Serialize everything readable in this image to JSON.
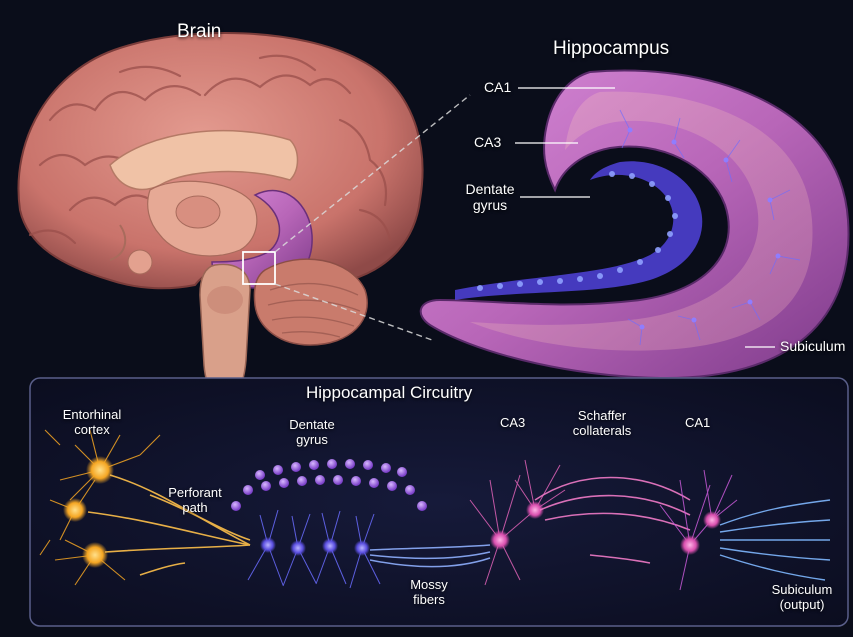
{
  "top": {
    "brain_label": "Brain",
    "hippocampus_label": "Hippocampus",
    "ca1_label": "CA1",
    "ca3_label": "CA3",
    "dentate_label_line1": "Dentate",
    "dentate_label_line2": "gyrus",
    "subiculum_label": "Subiculum"
  },
  "circuit": {
    "title": "Hippocampal Circuitry",
    "entorhinal_line1": "Entorhinal",
    "entorhinal_line2": "cortex",
    "perforant_line1": "Perforant",
    "perforant_line2": "path",
    "dentate_line1": "Dentate",
    "dentate_line2": "gyrus",
    "ca3": "CA3",
    "schaffer_line1": "Schaffer",
    "schaffer_line2": "collaterals",
    "ca1": "CA1",
    "mossy_line1": "Mossy",
    "mossy_line2": "fibers",
    "subiculum_line1": "Subiculum",
    "subiculum_line2": "(output)"
  },
  "colors": {
    "background": "#0a0d1a",
    "brain": "#cf7c73",
    "hippocampus": "#b05fc0",
    "entorhinal": "#f5a623",
    "dentate": "#6a5cff",
    "ca3": "#e063b8",
    "ca1": "#c85ad8",
    "output": "#7fb8ff"
  }
}
